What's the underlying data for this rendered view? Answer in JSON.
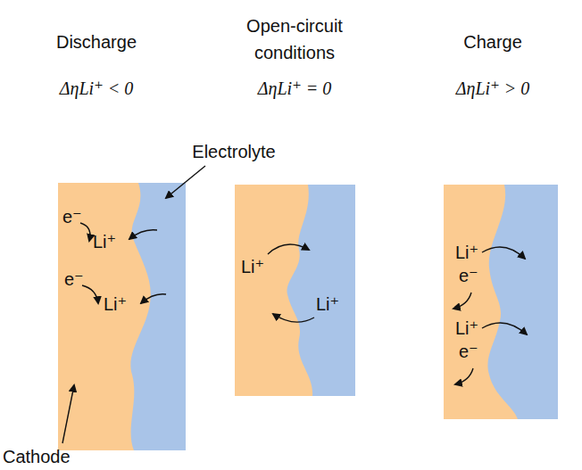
{
  "diagram": {
    "nodes": [
      {
        "text": [
          "e⁻",
          "Li⁺",
          "e⁻",
          "Li⁺"
        ]
      },
      {
        "text": [
          "Li⁺",
          "Li⁺"
        ]
      },
      {
        "text": [
          "Li⁺",
          "e⁻",
          "Li⁺",
          "e⁻"
        ]
      }
    ],
    "labels": [
      "Discharge",
      "Open-circuit conditions",
      "Charge",
      "ΔηLi⁺ < 0",
      "ΔηLi⁺ = 0",
      "ΔηLi⁺ > 0",
      "Electrolyte",
      "Cathode"
    ]
  }
}
